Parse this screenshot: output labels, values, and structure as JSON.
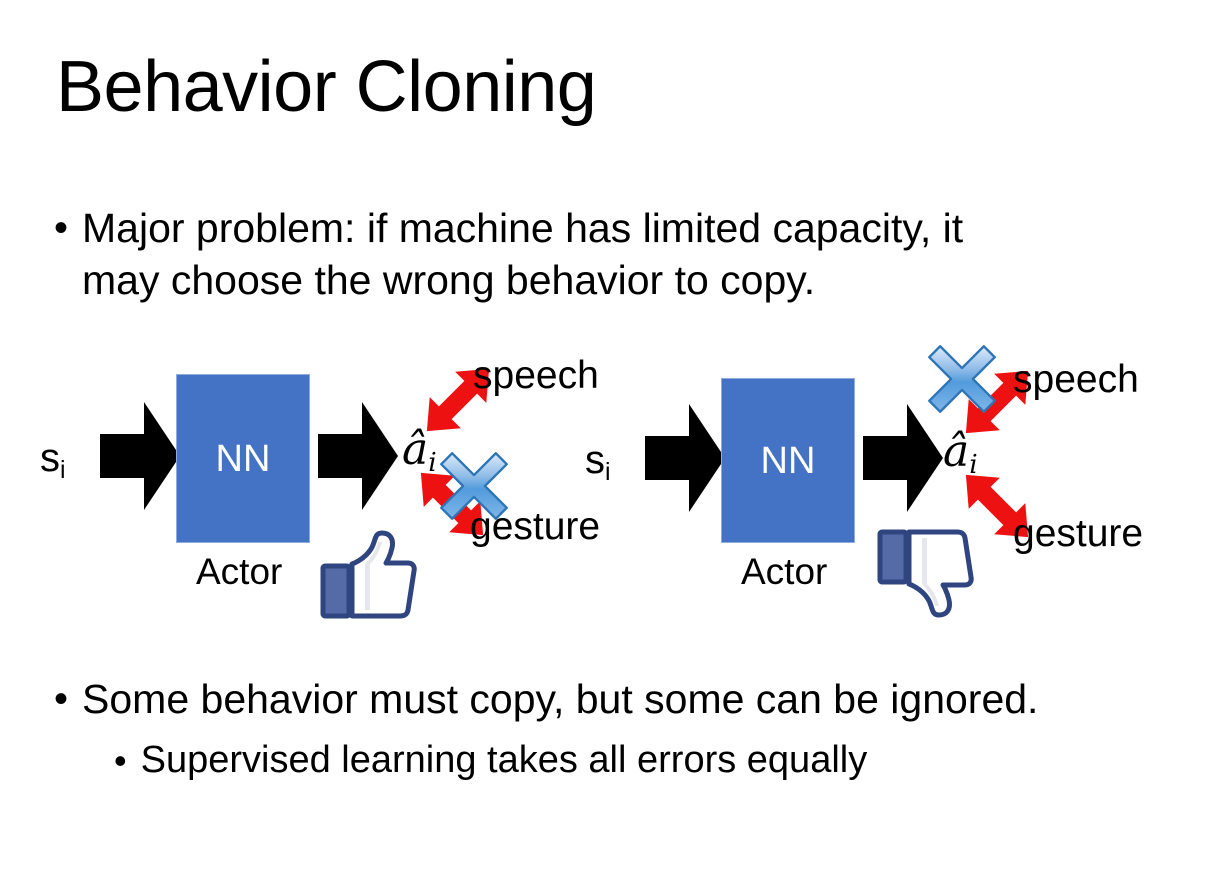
{
  "slide": {
    "title": "Behavior Cloning",
    "background_color": "#ffffff",
    "bullets": {
      "top": {
        "marker": "•",
        "text": "Major problem: if machine has limited capacity, it\nmay choose the wrong behavior to copy."
      },
      "bottom_1": {
        "marker": "•",
        "text": "Some behavior must copy, but some can be ignored."
      },
      "bottom_2": {
        "marker": "•",
        "text": "Supervised learning takes all errors equally"
      }
    }
  },
  "colors": {
    "nn_box_fill": "#4472C4",
    "nn_box_border": "#8FAADC",
    "nn_label_text": "#ffffff",
    "black_arrow": "#000000",
    "red_arrow": "#EE1111",
    "x_mark_light": "#BBD6F5",
    "x_mark_mid": "#5B9BD5",
    "x_mark_dark": "#2E75B6",
    "thumb_outline": "#3B5998",
    "thumb_fill": "#FFFFFF",
    "thumb_cuff": "#556BA8",
    "text": "#000000"
  },
  "diagrams": [
    {
      "id": "left",
      "state_label": "s",
      "state_subscript": "i",
      "box_label": "NN",
      "box_caption": "Actor",
      "action_label": "â",
      "action_subscript": "i",
      "outputs": [
        {
          "name": "speech",
          "direction": "up-right",
          "crossed_out": false
        },
        {
          "name": "gesture",
          "direction": "down-right",
          "crossed_out": true
        }
      ],
      "feedback_icon": "thumbs-up",
      "feedback_meaning": "good"
    },
    {
      "id": "right",
      "state_label": "s",
      "state_subscript": "i",
      "box_label": "NN",
      "box_caption": "Actor",
      "action_label": "â",
      "action_subscript": "i",
      "outputs": [
        {
          "name": "speech",
          "direction": "up-right",
          "crossed_out": true
        },
        {
          "name": "gesture",
          "direction": "down-right",
          "crossed_out": false
        }
      ],
      "feedback_icon": "thumbs-down",
      "feedback_meaning": "bad"
    }
  ]
}
